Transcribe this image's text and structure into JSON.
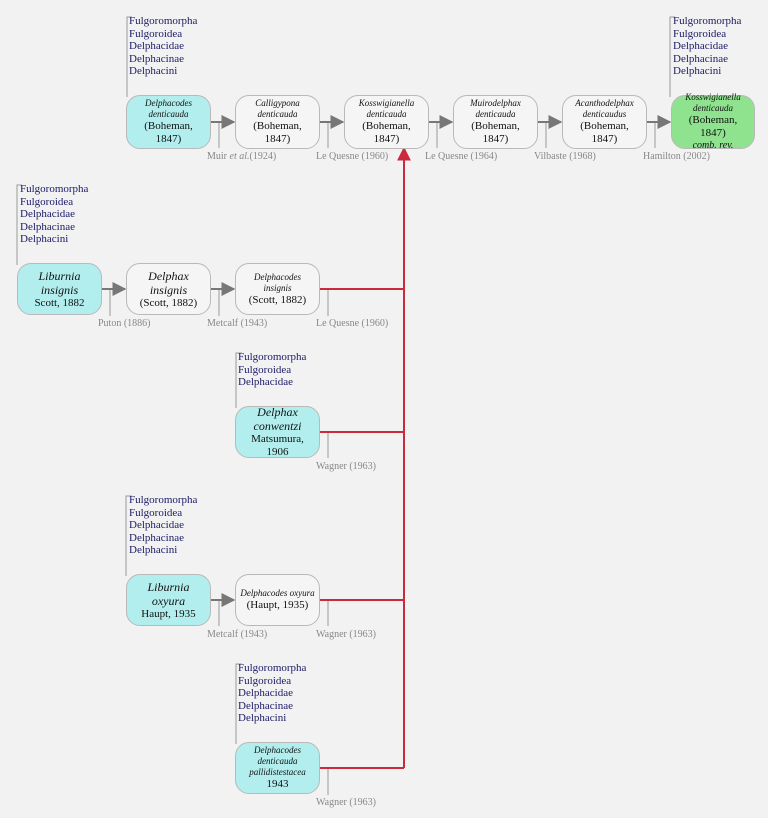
{
  "taxonomy_full": [
    "Fulgoromorpha",
    "Fulgoroidea",
    "Delphacidae",
    "Delphacinae",
    "Delphacini"
  ],
  "taxonomy_short": [
    "Fulgoromorpha",
    "Fulgoroidea",
    "Delphacidae"
  ],
  "main_chain": [
    {
      "name": "Delphacodes denticauda",
      "author": "(Boheman, 1847)"
    },
    {
      "name": "Calligypona denticauda",
      "author": "(Boheman, 1847)"
    },
    {
      "name": "Kosswigianella denticauda",
      "author": "(Boheman, 1847)"
    },
    {
      "name": "Muirodelphax denticauda",
      "author": "(Boheman, 1847)"
    },
    {
      "name": "Acanthodelphax denticaudus",
      "author": "(Boheman, 1847)"
    },
    {
      "name": "Kosswigianella denticauda",
      "author": "(Boheman, 1847)",
      "note": "comb. rev."
    }
  ],
  "main_citations": [
    {
      "pre": "Muir ",
      "em": "et al.",
      "post": "(1924)"
    },
    {
      "pre": "Le Quesne (1960)",
      "em": "",
      "post": ""
    },
    {
      "pre": "Le Quesne (1964)",
      "em": "",
      "post": ""
    },
    {
      "pre": "Vilbaste (1968)",
      "em": "",
      "post": ""
    },
    {
      "pre": "Hamilton (2002)",
      "em": "",
      "post": ""
    }
  ],
  "insignis_chain": [
    {
      "name": "Liburnia insignis",
      "author": "Scott, 1882"
    },
    {
      "name": "Delphax insignis",
      "author": "(Scott, 1882)"
    },
    {
      "name": "Delphacodes insignis",
      "author": "(Scott, 1882)"
    }
  ],
  "insignis_citations": [
    "Puton (1886)",
    "Metcalf (1943)",
    "Le Quesne (1960)"
  ],
  "conwentzi": {
    "name": "Delphax conwentzi",
    "author": "Matsumura, 1906",
    "citation": "Wagner (1963)"
  },
  "oxyura_chain": [
    {
      "name": "Liburnia oxyura",
      "author": "Haupt, 1935"
    },
    {
      "name": "Delphacodes oxyura",
      "author": "(Haupt, 1935)"
    }
  ],
  "oxyura_citations": [
    "Metcalf (1943)",
    "Wagner (1963)"
  ],
  "pallid": {
    "name": "Delphacodes denticauda pallidistestacea",
    "author": "1943",
    "citation": "Wagner (1963)"
  },
  "colors": {
    "original": "#b3eeee",
    "final": "#8fe38f",
    "arrow": "#777777",
    "synonym_line": "#cc2a3c",
    "taxonomy": "#1a1a66",
    "citation": "#888888"
  }
}
